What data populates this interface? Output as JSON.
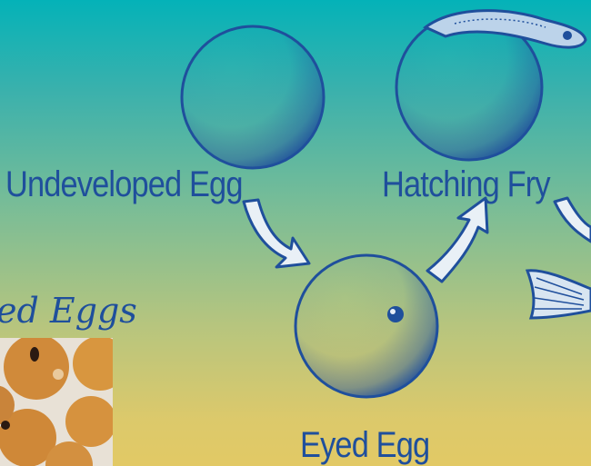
{
  "stages": {
    "undeveloped": "Undeveloped Egg",
    "hatching": "Hatching Fry",
    "eyed": "Eyed Egg"
  },
  "photo_caption": "ed Eggs",
  "colors": {
    "ink": "#1f4f9c",
    "gradient_top": "#04b2b8",
    "gradient_bottom": "#e2c965"
  }
}
